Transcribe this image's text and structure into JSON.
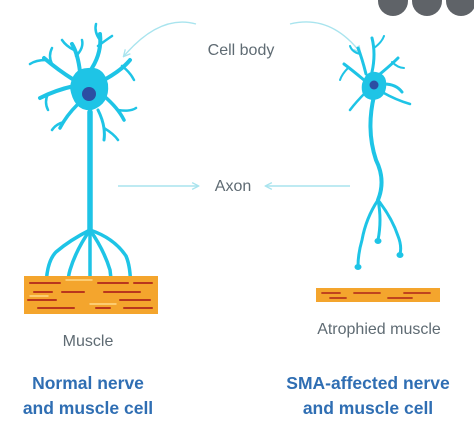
{
  "labels": {
    "cell_body": "Cell body",
    "axon": "Axon",
    "muscle": "Muscle",
    "atrophied_muscle": "Atrophied muscle"
  },
  "captions": {
    "normal_line1": "Normal nerve",
    "normal_line2": "and muscle cell",
    "sma_line1": "SMA-affected nerve",
    "sma_line2": "and muscle cell"
  },
  "icons": {
    "normal_neuron": "neuron-icon",
    "sma_neuron": "atrophied-neuron-icon",
    "normal_muscle": "muscle-fiber-icon",
    "atrophied_muscle": "atrophied-muscle-fiber-icon",
    "pointer": "arrow-icon"
  },
  "colors": {
    "neuron": "#1ec4e6",
    "nucleus": "#2c4ea3",
    "muscle_fill": "#f4a52d",
    "muscle_streak": "#b9361d",
    "arrow": "#a9e4ee",
    "label_text": "#5f6b73",
    "caption_text": "#2f6eb3"
  }
}
